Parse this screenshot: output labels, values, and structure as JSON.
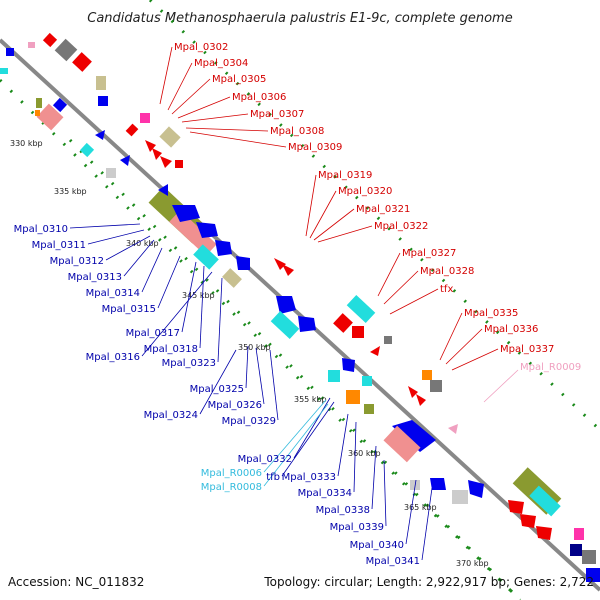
{
  "title": "Candidatus Methanosphaerula palustris E1-9c, complete genome",
  "footer": {
    "accession": "Accession: NC_011832",
    "topology": "Topology: circular; Length: 2,922,917 bp; Genes: 2,722"
  },
  "colors": {
    "forward_label": "#d40000",
    "reverse_label": "#0000aa",
    "rna_label": "#33bbdd",
    "pseudo_label": "#f0a0c0",
    "backbone": "#888888",
    "gc_dots": "#1a8a1a",
    "cds": "#ee0000",
    "cds_reverse": "#0000ee",
    "grey": "#777777",
    "tan": "#c8c090",
    "pink": "#f09090",
    "cyan": "#22dddd",
    "olive": "#8a9a30",
    "orange": "#ff8800",
    "magenta": "#ff33aa"
  },
  "scale_ticks": [
    "330 kbp",
    "335 kbp",
    "340 kbp",
    "345 kbp",
    "350 kbp",
    "355 kbp",
    "360 kbp",
    "365 kbp",
    "370 kbp"
  ],
  "labels_forward": [
    "Mpal_0302",
    "Mpal_0304",
    "Mpal_0305",
    "Mpal_0306",
    "Mpal_0307",
    "Mpal_0308",
    "Mpal_0309",
    "Mpal_0319",
    "Mpal_0320",
    "Mpal_0321",
    "Mpal_0322",
    "Mpal_0327",
    "Mpal_0328",
    "tfx",
    "Mpal_0335",
    "Mpal_0336",
    "Mpal_0337"
  ],
  "labels_pseudo": [
    "Mpal_R0009"
  ],
  "labels_reverse": [
    "Mpal_0310",
    "Mpal_0311",
    "Mpal_0312",
    "Mpal_0313",
    "Mpal_0314",
    "Mpal_0315",
    "Mpal_0317",
    "Mpal_0318",
    "Mpal_0316",
    "Mpal_0323",
    "Mpal_0325",
    "Mpal_0326",
    "Mpal_0324",
    "Mpal_0329",
    "Mpal_0332",
    "tfb",
    "Mpal_0333",
    "Mpal_0334",
    "Mpal_0338",
    "Mpal_0339",
    "Mpal_0340",
    "Mpal_0341"
  ],
  "labels_rna": [
    "Mpal_R0006",
    "Mpal_R0008"
  ]
}
